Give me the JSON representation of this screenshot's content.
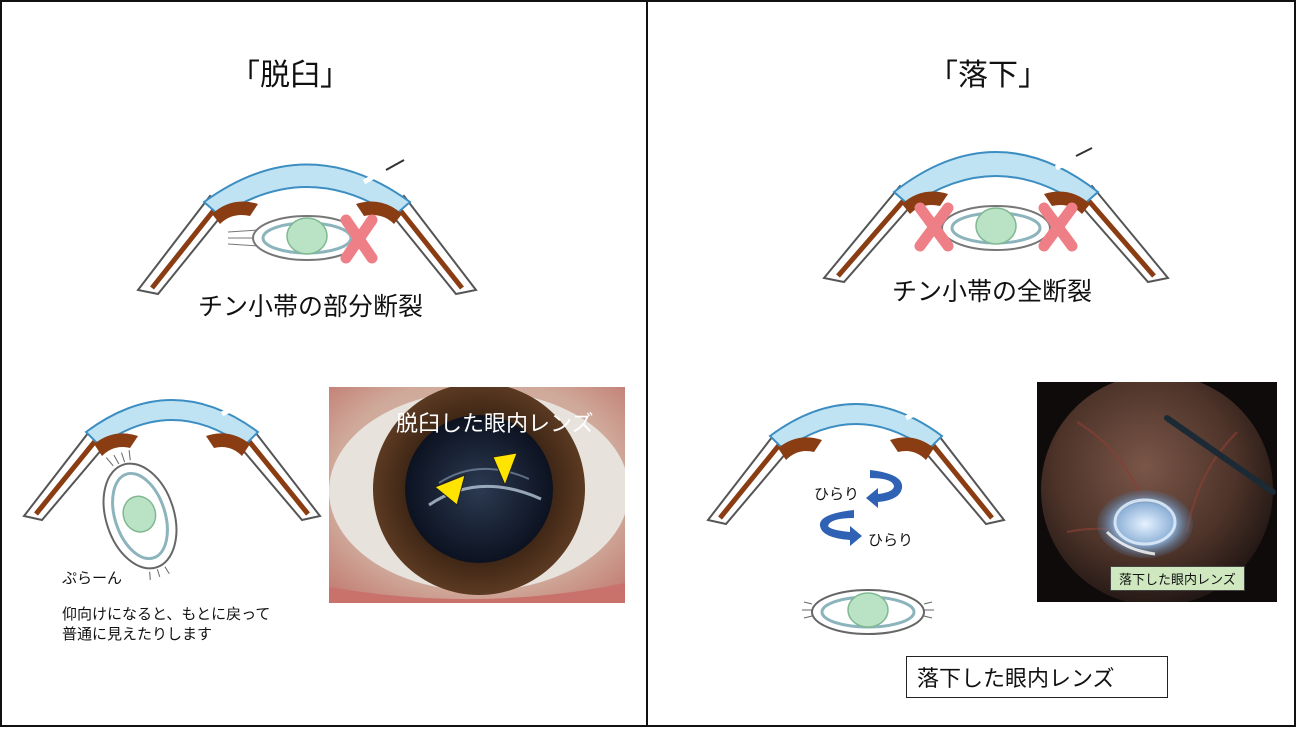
{
  "left_panel": {
    "title": "「脱臼」",
    "caption": "チン小帯の部分断裂",
    "note_swing": "ぷらーん",
    "note_line1": "仰向けになると、もとに戻って",
    "note_line2": "普通に見えたりします",
    "photo_label": "脱臼した眼内レンズ"
  },
  "right_panel": {
    "title": "「落下」",
    "caption": "チン小帯の全断裂",
    "flutter_1": "ひらり",
    "flutter_2": "ひらり",
    "photo_tag": "落下した眼内レンズ",
    "box_label": "落下した眼内レンズ"
  },
  "colors": {
    "cornea": "#bfe3f3",
    "cornea_edge": "#3c8ec2",
    "iris": "#8a3c12",
    "lens": "#b9e3c4",
    "cross": "#ef7f86",
    "arrow": "#2f62b4",
    "marker": "#ffe400"
  }
}
